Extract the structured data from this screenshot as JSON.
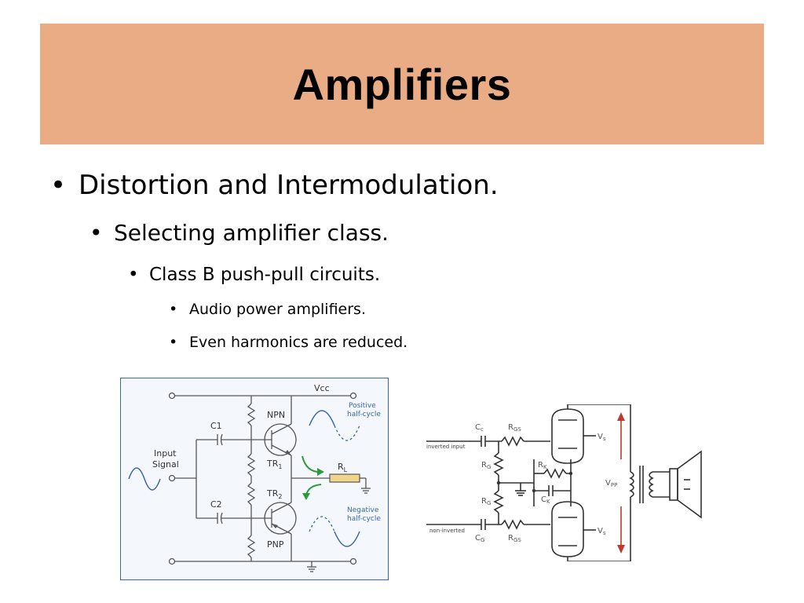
{
  "slide": {
    "title": "Amplifiers",
    "colors": {
      "title_bar": "#e9ac85",
      "diagram_border": "#3b67a8",
      "diagram_bg": "#f4f8fd",
      "arrow_green": "#2e9a3a",
      "arrow_red": "#c0392b",
      "resistor_fill": "#f0d58a"
    },
    "bullets": [
      {
        "level": 1,
        "text": "Distortion and Intermodulation."
      },
      {
        "level": 2,
        "text": "Selecting amplifier class."
      },
      {
        "level": 3,
        "text": "Class B push-pull circuits."
      },
      {
        "level": 4,
        "text": "Audio power amplifiers."
      },
      {
        "level": 4,
        "text": "Even harmonics are reduced."
      }
    ],
    "bullet_char": "•"
  },
  "diagram1": {
    "vcc": "Vcc",
    "c1": "C1",
    "c2": "C2",
    "input_line1": "Input",
    "input_line2": "Signal",
    "npn": "NPN",
    "pnp": "PNP",
    "tr1": "TR",
    "tr1_sub": "1",
    "tr2": "TR",
    "tr2_sub": "2",
    "rl": "R",
    "rl_sub": "L",
    "pos_line1": "Positive",
    "pos_line2": "half-cycle",
    "neg_line1": "Negative",
    "neg_line2": "half-cycle"
  },
  "diagram2": {
    "cc_top": "C",
    "cc_top_sub": "c",
    "rgs_top": "R",
    "rgs_top_sub": "GS",
    "inverted_input": "inverted input",
    "rg1": "R",
    "rg1_sub": "G",
    "rk": "R",
    "rk_sub": "K",
    "ck": "C",
    "ck_sub": "K",
    "rg2": "R",
    "rg2_sub": "G",
    "non_inverted": "non-inverted",
    "cc_bot": "C",
    "cc_bot_sub": "G",
    "rgs_bot": "R",
    "rgs_bot_sub": "GS",
    "vs_top": "V",
    "vs_top_sub": "s",
    "vpp": "V",
    "vpp_sub": "PP",
    "vs_bot": "V",
    "vs_bot_sub": "s"
  }
}
